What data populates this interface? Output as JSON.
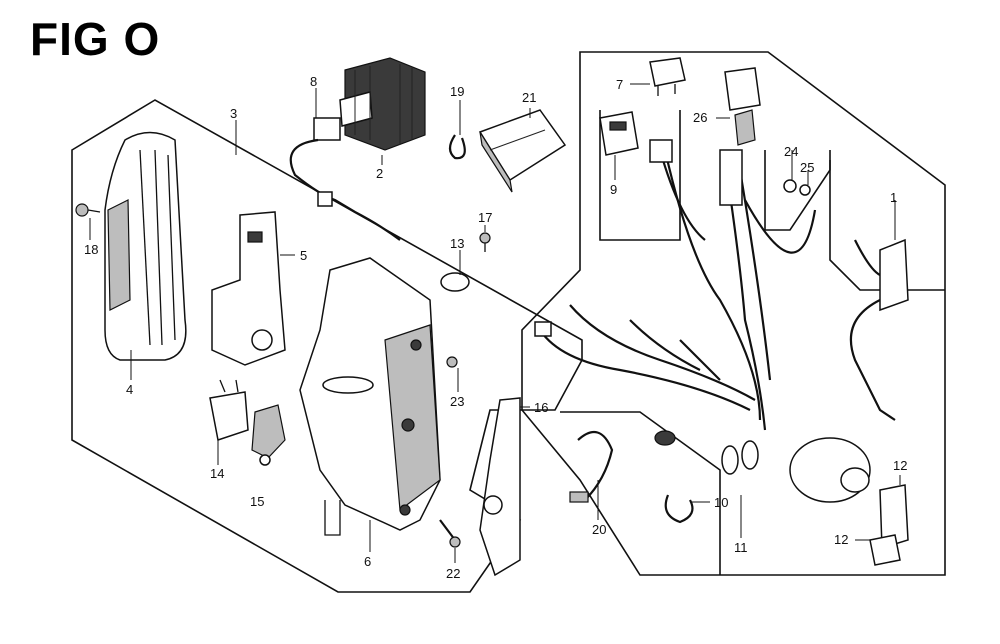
{
  "figure": {
    "title": "FIG O"
  },
  "parts": {
    "p1": "1",
    "p2": "2",
    "p3": "3",
    "p4": "4",
    "p5": "5",
    "p6": "6",
    "p7": "7",
    "p8": "8",
    "p9": "9",
    "p10": "10",
    "p11": "11",
    "p12a": "12",
    "p12b": "12",
    "p13": "13",
    "p14": "14",
    "p15": "15",
    "p16": "16",
    "p17": "17",
    "p18": "18",
    "p19": "19",
    "p20": "20",
    "p21": "21",
    "p22": "22",
    "p23": "23",
    "p24": "24",
    "p25": "25",
    "p26": "26"
  }
}
